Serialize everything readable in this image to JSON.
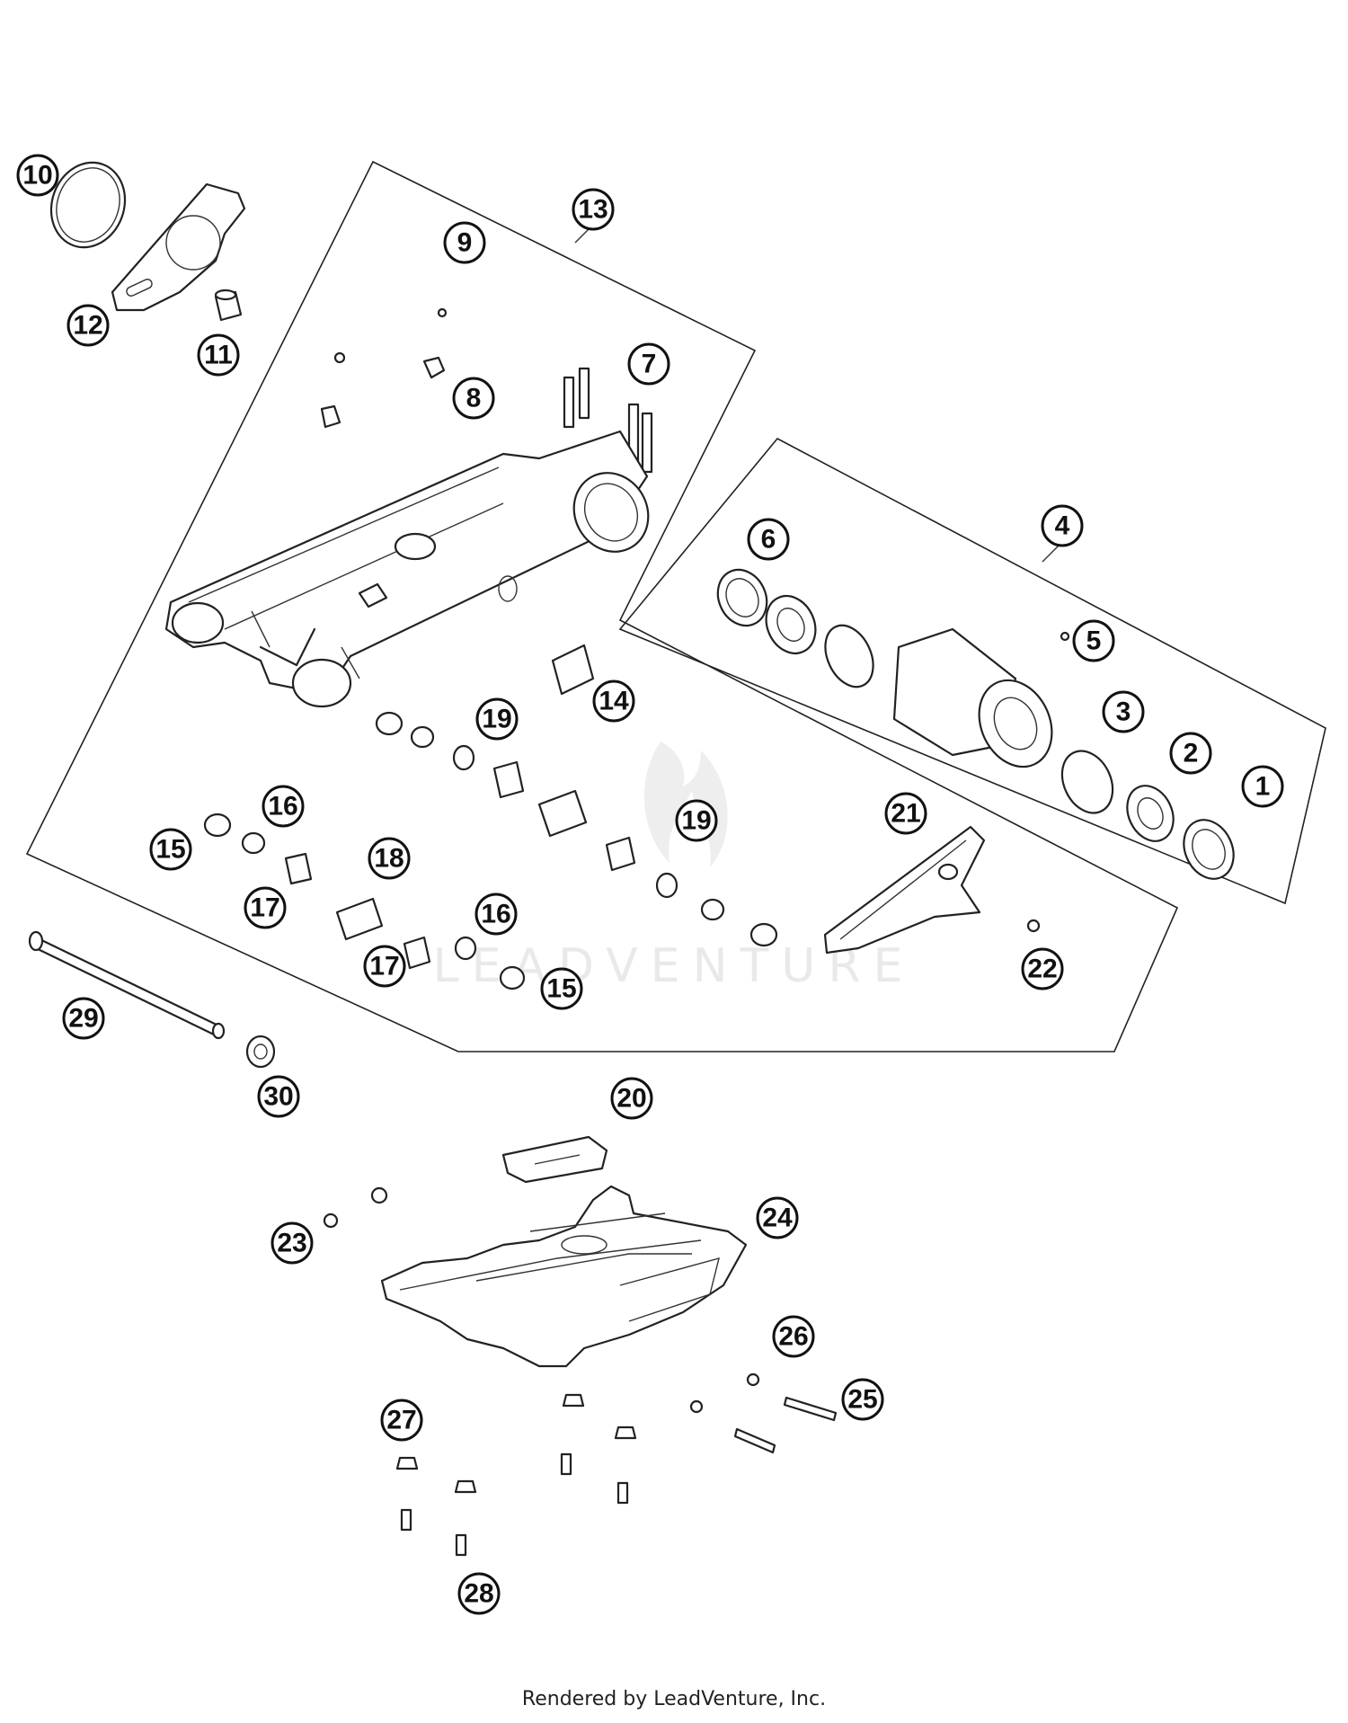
{
  "watermark": "LEADVENTURE",
  "footer": "Rendered by LeadVenture, Inc.",
  "callouts": [
    "1",
    "2",
    "3",
    "4",
    "5",
    "6",
    "7",
    "8",
    "9",
    "10",
    "11",
    "12",
    "13",
    "14",
    "15",
    "15",
    "16",
    "16",
    "17",
    "17",
    "18",
    "19",
    "19",
    "20",
    "21",
    "22",
    "23",
    "24",
    "25",
    "26",
    "27",
    "28",
    "29",
    "30"
  ]
}
